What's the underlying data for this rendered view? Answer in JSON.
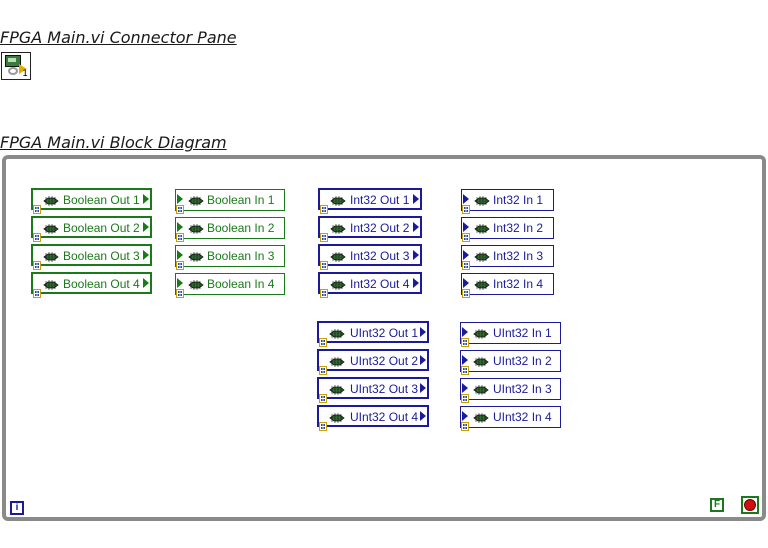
{
  "headings": {
    "connector_pane": "FPGA Main.vi Connector Pane",
    "block_diagram": "FPGA Main.vi Block Diagram"
  },
  "connector_icon": {
    "number": "1",
    "icon": "fpga-vi-icon"
  },
  "boolean_outputs": [
    "Boolean Out 1",
    "Boolean Out 2",
    "Boolean Out 3",
    "Boolean Out 4"
  ],
  "boolean_inputs": [
    "Boolean In 1",
    "Boolean In 2",
    "Boolean In 3",
    "Boolean In 4"
  ],
  "int32_outputs": [
    "Int32 Out 1",
    "Int32 Out 2",
    "Int32 Out 3",
    "Int32 Out 4"
  ],
  "int32_inputs": [
    "Int32 In 1",
    "Int32 In 2",
    "Int32 In 3",
    "Int32 In 4"
  ],
  "uint32_outputs": [
    "UInt32 Out 1",
    "UInt32 Out 2",
    "UInt32 Out 3",
    "UInt32 Out 4"
  ],
  "uint32_inputs": [
    "UInt32 In 1",
    "UInt32 In 2",
    "UInt32 In 3",
    "UInt32 In 4"
  ],
  "loop": {
    "iteration_terminal": "i",
    "stop_constant": "F",
    "stop_icon": "stop-terminal-icon"
  },
  "colors": {
    "boolean": "#1a7a1a",
    "numeric": "#1a1a9a",
    "structure_border": "#8a8a8a",
    "stop": "#d01010"
  }
}
